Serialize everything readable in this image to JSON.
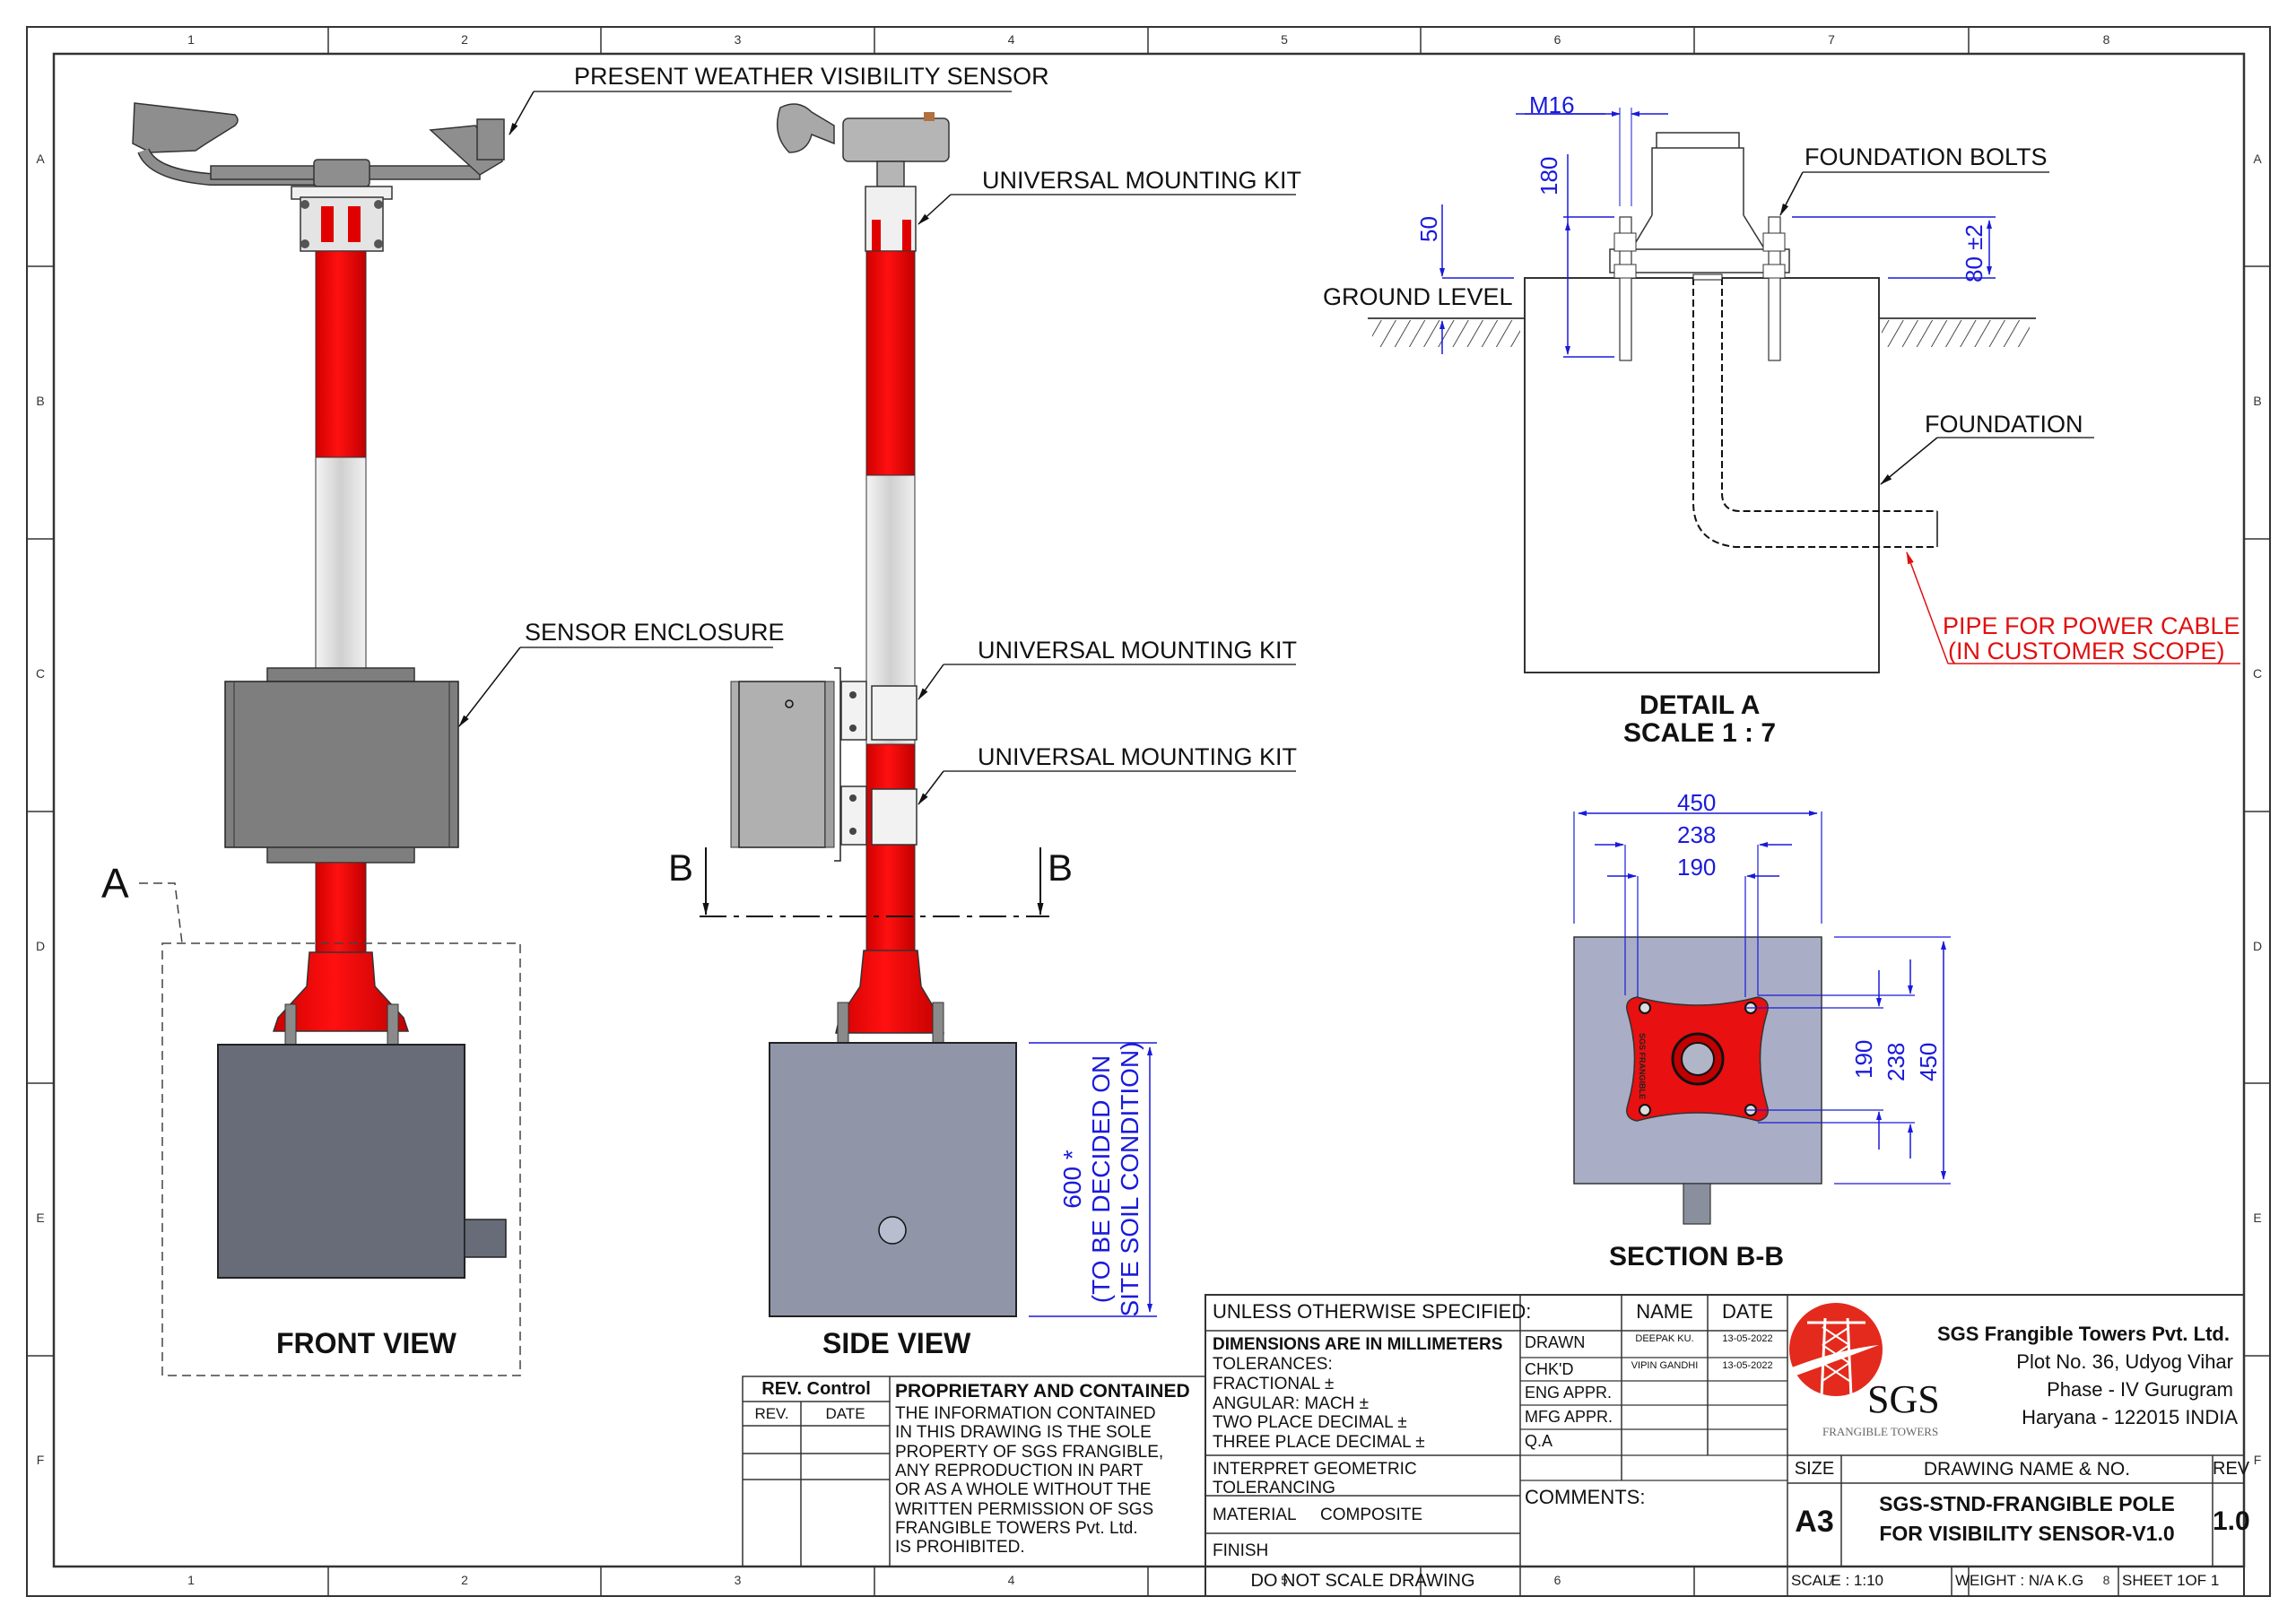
{
  "sheet": {
    "columns": [
      "1",
      "2",
      "3",
      "4",
      "5",
      "6",
      "7",
      "8"
    ],
    "rows": [
      "A",
      "B",
      "C",
      "D",
      "E",
      "F"
    ]
  },
  "views": {
    "front": {
      "title": "FRONT VIEW",
      "detail_marker": "A",
      "callouts": {
        "sensor": "PRESENT WEATHER VISIBILITY SENSOR",
        "enclosure": "SENSOR ENCLOSURE"
      }
    },
    "side": {
      "title": "SIDE VIEW",
      "section_marker_left": "B",
      "section_marker_right": "B",
      "callouts": {
        "mount_top": "UNIVERSAL MOUNTING KIT",
        "mount_mid": "UNIVERSAL MOUNTING KIT",
        "mount_low": "UNIVERSAL MOUNTING KIT"
      },
      "depth_dim": "600 *",
      "depth_note_1": "(TO BE DECIDED ON",
      "depth_note_2": "SITE SOIL CONDITION)"
    },
    "detail_a": {
      "title": "DETAIL A",
      "scale": "SCALE 1 : 7",
      "labels": {
        "bolts": "FOUNDATION BOLTS",
        "ground": "GROUND LEVEL",
        "foundation": "FOUNDATION",
        "pipe_1": "PIPE FOR POWER CABLE",
        "pipe_2": "(IN CUSTOMER SCOPE)"
      },
      "dims": {
        "thread": "M16",
        "bolt_len": "180",
        "embed": "50",
        "projection": "80 ±2"
      }
    },
    "section_bb": {
      "title": "SECTION B-B",
      "dims_h": [
        "450",
        "238",
        "190"
      ],
      "dims_v": [
        "190",
        "238",
        "450"
      ],
      "plate_text": "SGS FRANGIBLE"
    }
  },
  "title_block": {
    "unless": "UNLESS OTHERWISE SPECIFIED:",
    "dims_mm": "DIMENSIONS ARE IN MILLIMETERS",
    "tolerances": "TOLERANCES:",
    "fractional": "FRACTIONAL ±",
    "angular": "ANGULAR: MACH ±",
    "two_place": "TWO PLACE DECIMAL ±",
    "three_place": "THREE PLACE DECIMAL ±",
    "interpret_1": "INTERPRET GEOMETRIC",
    "interpret_2": "TOLERANCING",
    "material_label": "MATERIAL",
    "material_value": "COMPOSITE",
    "finish": "FINISH",
    "do_not_scale": "DO NOT SCALE DRAWING",
    "name_header": "NAME",
    "date_header": "DATE",
    "approvals": [
      {
        "role": "DRAWN",
        "name": "DEEPAK KU.",
        "date": "13-05-2022"
      },
      {
        "role": "CHK'D",
        "name": "VIPIN GANDHI",
        "date": "13-05-2022"
      },
      {
        "role": "ENG APPR.",
        "name": "",
        "date": ""
      },
      {
        "role": "MFG APPR.",
        "name": "",
        "date": ""
      },
      {
        "role": "Q.A",
        "name": "",
        "date": ""
      }
    ],
    "comments": "COMMENTS:",
    "company": "SGS Frangible Towers Pvt. Ltd.",
    "address_1": "Plot No. 36, Udyog Vihar",
    "address_2": "Phase - IV Gurugram",
    "address_3": "Haryana - 122015 INDIA",
    "logo_text": "SGS",
    "logo_sub": "FRANGIBLE TOWERS",
    "size_label": "SIZE",
    "size_value": "A3",
    "drawing_label": "DRAWING NAME & NO.",
    "drawing_1": "SGS-STND-FRANGIBLE POLE",
    "drawing_2": "FOR VISIBILITY SENSOR-V1.0",
    "rev_label": "REV",
    "rev_value": "1.0",
    "scale": "SCALE :  1:10",
    "weight": "WEIGHT : N/A K.G",
    "sheet": "SHEET   1OF 1"
  },
  "rev_control": {
    "title": "REV. Control",
    "rev_header": "REV.",
    "date_header": "DATE",
    "proprietary_title": "PROPRIETARY AND CONTAINED",
    "proprietary_lines": [
      "THE INFORMATION CONTAINED",
      "IN THIS DRAWING IS THE SOLE",
      "PROPERTY OF SGS FRANGIBLE,",
      "ANY REPRODUCTION IN PART",
      "OR AS A WHOLE WITHOUT THE",
      "WRITTEN PERMISSION OF SGS",
      "FRANGIBLE TOWERS Pvt. Ltd.",
      "IS PROHIBITED."
    ]
  },
  "colors": {
    "dimension": "#1a1adb",
    "pole_red": "#e00000",
    "note_red": "#e01010",
    "foundation_dark": "#686b78",
    "foundation_light": "#9096a8",
    "section_fill": "#a9aec6",
    "enclosure": "#7e7e7e"
  }
}
